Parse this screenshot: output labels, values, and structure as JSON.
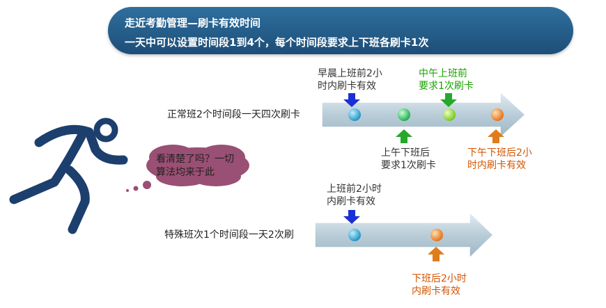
{
  "banner": {
    "title": "走近考勤管理—刷卡有效时间",
    "subtitle": "一天中可以设置时间段1到4个，每个时间段要求上下班各刷卡1次"
  },
  "speech": {
    "line1": "看清楚了吗？一切",
    "line2": "算法均来于此"
  },
  "normal": {
    "label": "正常班2个时间段一天四次刷卡",
    "morning_in": [
      "早晨上班前2小",
      "时内刷卡有效"
    ],
    "noon_out": [
      "上午下班后",
      "要求1次刷卡"
    ],
    "noon_in": [
      "中午上班前",
      "要求1次刷卡"
    ],
    "afternoon_out": [
      "下午下班后2小",
      "时内刷卡有效"
    ]
  },
  "special": {
    "label": "特殊班次1个时间段一天2次刷",
    "in": [
      "上班前2小时",
      "内刷卡有效"
    ],
    "out": [
      "下班后2小时",
      "内刷卡有效"
    ]
  },
  "colors": {
    "banner": "#2a6591",
    "blue_arrow": "#1b2fd6",
    "green_arrow": "#26a82b",
    "orange_arrow": "#e07c1c",
    "runner": "#1c3f6e",
    "bubble": "#9a4f74"
  }
}
